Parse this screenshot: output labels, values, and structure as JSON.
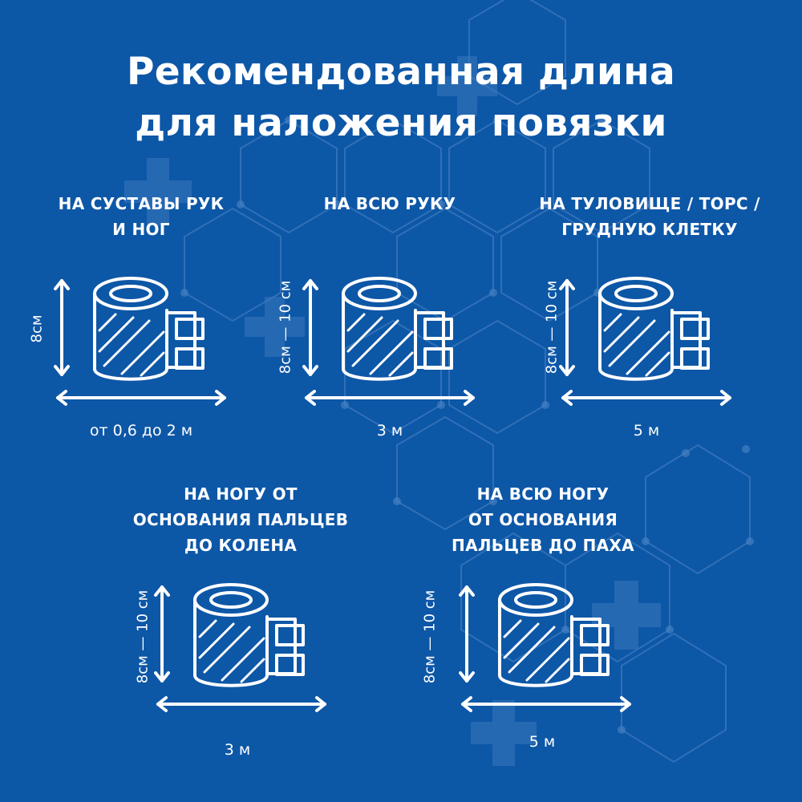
{
  "title": {
    "line1": "Рекомендованная длина",
    "line2": "для наложения повязки"
  },
  "items": [
    {
      "caption": [
        "НА СУСТАВЫ РУК",
        "И НОГ"
      ],
      "width_label": "8см",
      "length_label": "от 0,6 до 2 м"
    },
    {
      "caption": [
        "НА ВСЮ РУКУ"
      ],
      "width_label": "8см — 10 см",
      "length_label": "3 м"
    },
    {
      "caption": [
        "НА ТУЛОВИЩЕ / ТОРС /",
        "ГРУДНУЮ КЛЕТКУ"
      ],
      "width_label": "8см — 10 см",
      "length_label": "5 м"
    },
    {
      "caption": [
        "НА НОГУ ОТ",
        "ОСНОВАНИЯ ПАЛЬЦЕВ",
        "ДО КОЛЕНА"
      ],
      "width_label": "8см — 10 см",
      "length_label": "3 м"
    },
    {
      "caption": [
        "НА ВСЮ НОГУ",
        "ОТ ОСНОВАНИЯ",
        "ПАЛЬЦЕВ ДО ПАХА"
      ],
      "width_label": "8см — 10 см",
      "length_label": "5 м"
    }
  ],
  "icons": {
    "roll": "bandage-roll-icon",
    "background": [
      "hexagon-pattern",
      "medical-cross-icon"
    ]
  },
  "colors": {
    "background": "#0d57a7",
    "pattern": "#4d85c4",
    "text": "#ffffff"
  }
}
